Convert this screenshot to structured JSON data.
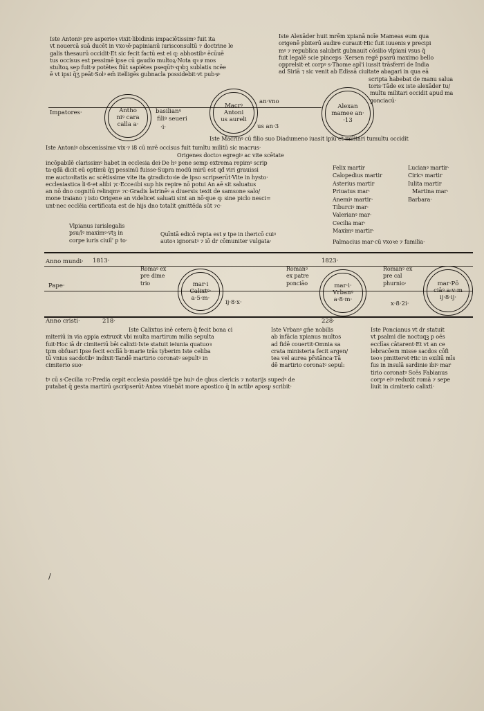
{
  "top_left": {
    "lines": [
      "Iste Antoniꝰ pre asperioꝛ vixit·libidinis impaciētissimꝰ fuit ita",
      "vt nouercā suā ducēt in vxoꝛē·papinianū iurisconsultū ⁊ doctrine le",
      "galis thesaurū occidit·Et sic fecit factū est ei q: abhostibꝰ ēcūuē",
      "tus occisus est pessimē ipse cū gaudio multoꝝ·Nota qꝛ ꝟ mos",
      "stultoꝝ sep fuit·ꝟ potētes fiūt sapiētes pseqūtꝰ·qꝛbꝫ sublatis ncēe",
      "ē vt ipsi q̄ʒ peāt·Solꝰ em̄ itelligēs gubnacla possidebit·vt pub·ꝟ·"
    ]
  },
  "top_right": {
    "lines": [
      "Iste Alexāder huit mrēm xpianā noīe Mameas eum qua",
      "origenē pbiterū audire curauit·Hic fuit iuuenis ꝟ precipi",
      "mꝰ ⁊ republica salubrit gubnauit cōsilio vlpiani vsus q̄",
      "fuit legalē scie pinceps ·Xersen regē psarū maximo bello",
      "opprelsit·et corpꝰ s·Thome apl'i iussit trāsferri de India",
      "ad Siriā ⁊ sic venit ab Edissā ciuitate abagari in qua eā",
      "scripta habebat de manu salua",
      "toris·Tāde ex iste alexāder tu/",
      "multu militari occidit apud ma",
      "gonciacū·"
    ]
  },
  "emperors": {
    "row_label": "Impatores·",
    "between_1": "basilianꝰ",
    "between_1b": "filiꝰ seueri",
    "between_1c": "·i·",
    "after_2_top": "an·vno",
    "after_2_bottom": "us an·3",
    "medals": [
      {
        "l1": "Antho",
        "l2": "niꝰ cara",
        "l3": "calla a·"
      },
      {
        "l1": "Macrꝰ",
        "l2": "Antoni",
        "l3": "us aureli"
      },
      {
        "l1": "Alexan",
        "l2": "mamee an·",
        "l3": "·13"
      }
    ]
  },
  "middle": {
    "line1": "Iste Macrinꝰ cū filio suo Diadumeno iuasit ipiū et militari tumultu occidit",
    "line2": "Iste Antoniꝰ obscenissime vix·⁊ i8 cū mrē occisus fuit tumltu militū sic macrus·",
    "line3": "Origenes doctoꝛ egregiꝰ ac vite scētate"
  },
  "body_left": {
    "lines": [
      "incōpabilē clarissimꝰ habet in ecclesia dei·De hꝰ pene semp extrema repimꝰ scrip",
      "ta·qđā dicit eū optimū q̄ʒ pessimū fuisse·Supra modū mirū est qđ viri grauissi",
      "me auctoꝛitatis ac scētissime vite ita ꝯtradictoꝛie de ipso scripserūt·Vite in hysto·",
      "ecclesiastica li·6·et alibi ⁊c·Ecce:ibi sup his repire nō potui An aē sit saluatus",
      "an nō dno cognitū relinqmꝰ ⁊c·Gradis latrinēꝰ a diuersis texit de samsone salo/",
      "mone traiano ⁊ isto Origene an videlicet saluati sint an nō·que q: sine piclo nesci=",
      "unt·nec ecclēia certificata est de hijs dno totalit ꝯmittēda sūt ⁊c·"
    ],
    "vlp_1": "Vlpianus iurislegalis",
    "vlp_2": "psu/lꝰ maximꝰ·vtꝫ in",
    "vlp_3": "corpe iuris ciuil' p to·",
    "quinta_1": "Quīntā edicō repta est ꝟ tpe in ihericō cuiꝰ",
    "quinta_2": "autoꝛ ignoratꝰ ⁊ iō dr cōmuniter vulgata·"
  },
  "martyrs": {
    "col1": [
      "Felix martir",
      "Calopedius martir",
      "Asterius martir",
      "Priuatus mar·",
      "Anemiꝰ martir·",
      "Tiburciꝰ mar·",
      "Valerianꝰ mar·",
      "Cecilia mar·",
      "Maximꝰ martir·"
    ],
    "col2": [
      "Lucianꝰ martir·",
      "Ciricꝰ martir",
      "Iulita martir",
      "Martina mar·",
      "Barbara·"
    ],
    "last": "Palmacius mar·cū vxoꝛe ⁊ familia·"
  },
  "chronology": {
    "anno_mundi_label": "Anno mundi·",
    "anno_mundi_1": "1813·",
    "anno_mundi_2": "1823·",
    "anno_cristi_label": "Anno cristi·",
    "anno_cristi_1": "218·",
    "anno_cristi_2": "228·"
  },
  "popes": {
    "row_label": "Pape·",
    "entries": [
      {
        "origin_1": "Romaꝰ ex",
        "origin_2": "pre dime",
        "origin_3": "trio",
        "m1": "mar·i",
        "m2": "Calixtꝰ·",
        "m3": "a·5·m·",
        "after": "ij·8·x·"
      },
      {
        "origin_1": "Romanꝰ",
        "origin_2": "ex patre",
        "origin_3": "ponciāo",
        "m1": "mar·i·",
        "m2": "Vrbanꝰ",
        "m3": "a·8·m·",
        "after": ""
      },
      {
        "origin_1": "Romanꝰ ex",
        "origin_2": "pre cal",
        "origin_3": "phurnio·",
        "m1": "mar·Pō",
        "m2": "ciāꝰ a·v·m",
        "m3": "ij·8·ij·",
        "after": "x·8·2i·"
      }
    ]
  },
  "pope_text_left": {
    "lines": [
      "Iste Calixtus inē cetera q̄ fecit bona ci",
      "miteriū in via appia extruxit vbi multa martirum milia sepulta",
      "fuit·Hoc iā dr cimiteriū bēi calixti·Iste statuit ieiunia quatuoꝛ",
      "tpm obfuari Ipse fecit ecclīā b·marie trās tyberim Iste celiba",
      "tū vnius sacdotibꝰ indixit·Tandē martirio coronatꝰ sepultꝰ in",
      "cimiterio suo·"
    ],
    "bottom_1": "tꝰ cū s·Cecilia ⁊c·Predia cepit ecclesia possidē tpe huiꝰ de qbus clericis ⁊ notarijs supedꝰ de",
    "bottom_2": "putabat q̄ gesta martirū ꝯscripserūt·Antea viuebāt more apostico q̄ in actibꝰ aposꝩ scribit·"
  },
  "pope_text_mid": {
    "lines": [
      "Iste Vrbanꝰ gn̄e nobilis",
      "ab infācia xpianus multos",
      "ad fidē couertit·Omnia sa",
      "crata ministeria fecit argen/",
      "tea vel aurea pr̄stānca·Tā",
      "dē martirio coronatꝰ sepul:"
    ]
  },
  "pope_text_right": {
    "lines": [
      "Iste Poncianus vt dr statuit",
      "vt psalmi die noctuqꝫ p oēs",
      "ecclīas cātarent·Et vt an ce",
      "lebracōem misse sacdos cōfi",
      "teoꝛ pmitteret·Hic in exiliū mīs",
      "fus in insulā sardinie ibiꝰ mar",
      "tirio coronatꝰ Scēs Fabianus",
      "corpꝰ eiꝰ reduxit romā ⁊ sepe",
      "liuit in cimiterio calixti·"
    ]
  }
}
